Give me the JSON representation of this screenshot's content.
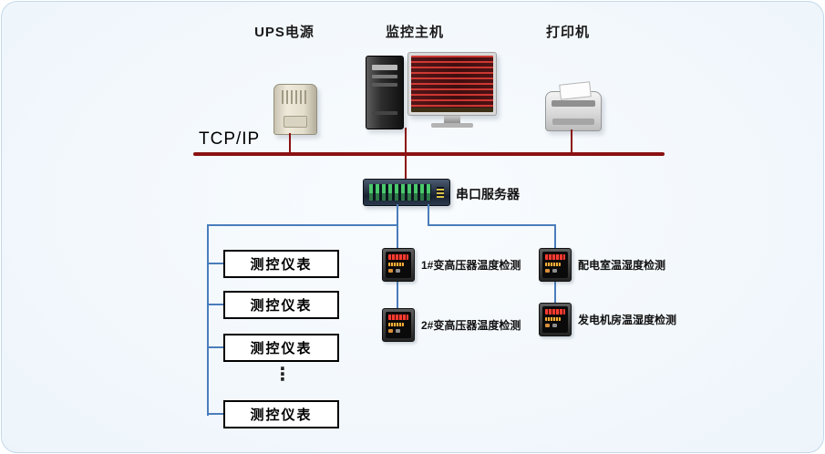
{
  "top": {
    "devices": [
      {
        "label": "UPS电源"
      },
      {
        "label": "监控主机"
      },
      {
        "label": "打印机"
      }
    ]
  },
  "bus": {
    "label": "TCP/IP"
  },
  "server": {
    "label": "串口服务器"
  },
  "left_branch": {
    "boxes": [
      {
        "label": "测控仪表"
      },
      {
        "label": "测控仪表"
      },
      {
        "label": "测控仪表"
      },
      {
        "label": "测控仪表"
      }
    ],
    "ellipsis": "⋮"
  },
  "middle_branch": {
    "meters": [
      {
        "label": "1#变高压器温度检测"
      },
      {
        "label": "2#变高压器温度检测"
      }
    ]
  },
  "right_branch": {
    "meters": [
      {
        "label": "配电室温湿度检测"
      },
      {
        "label": "发电机房温湿度检测"
      }
    ]
  },
  "colors": {
    "bus": "#8B1212",
    "connector": "#4A7DBC",
    "background": "#DCEBF6"
  }
}
